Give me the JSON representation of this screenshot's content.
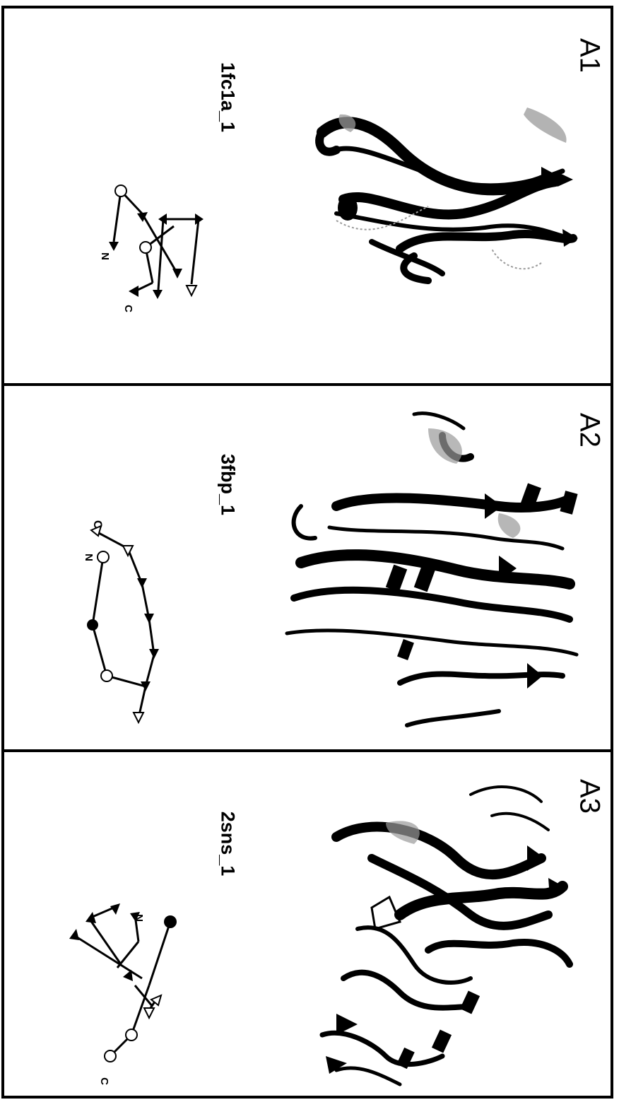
{
  "panels": [
    {
      "id": "A1",
      "pdb": "1fc1a_1",
      "topology": {
        "n_label": "N",
        "c_label": "C"
      }
    },
    {
      "id": "A2",
      "pdb": "3fbp_1",
      "topology": {
        "n_label": "N",
        "c_label": "C"
      }
    },
    {
      "id": "A3",
      "pdb": "2sns_1",
      "topology": {
        "n_label": "N",
        "c_label": "C"
      }
    }
  ],
  "colors": {
    "ink": "#000000",
    "paper": "#ffffff",
    "stipple": "#9a9a9a"
  },
  "icons": [
    "ribbon-structure-icon",
    "topology-diagram-icon"
  ]
}
